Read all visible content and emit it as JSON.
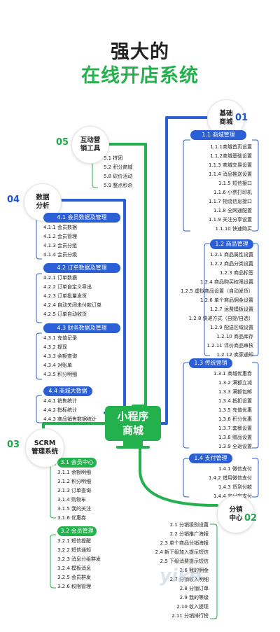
{
  "title": {
    "line1": "强大的",
    "line2": "在线开店系统"
  },
  "hub": {
    "line1": "小程序",
    "line2": "商城"
  },
  "branch01": {
    "line1": "基础",
    "line2": "商城",
    "num": "01",
    "groups": [
      {
        "title": "1.1 商城管理",
        "items": [
          "1.1.1商城首页设置",
          "1.1.2商城基础设置",
          "1.1.3 商城交易设置",
          "1.1.4 消息推送设置",
          "1.1.5 短信接口",
          "1.1.6 小票打印机",
          "1.1.7 物流信息接口",
          "1.1.8 全网通配置",
          "1.1.9 关注分享设置",
          "1.1.10 快速购买"
        ]
      },
      {
        "title": "1.2 商品管理",
        "items": [
          "1.2.1 商品属性设置",
          "1.2.2 商品分类设置",
          "1.2.3 商品标签",
          "1.2.4 商品购买权限设置",
          "1.2.5 虚拟商品设置（自动发货）",
          "1.2.6 单个商品佣金设置",
          "1.2.7 运费模板设置",
          "1.2.8 快递方式（自提/自选）",
          "1.2.9 配送区域设置",
          "1.2.10 商品库存",
          "1.2.11 评价商品审核",
          "1.2.12 卖家通知"
        ]
      },
      {
        "title": "1.3 传统营销",
        "items": [
          "1.3.1 商城优惠券",
          "1.3.2 满额立减",
          "1.3.3 满额包邮",
          "1.3.4 抵扣设置",
          "1.3.5 充值优惠",
          "1.3.6 积分优惠",
          "1.3.7 套餐设置",
          "1.3.8 赠品设置",
          "1.3.9 全返设置"
        ]
      },
      {
        "title": "1.4 支付管理",
        "items": [
          "1.4.1 微信支付",
          "1.4.2 借用微信支付",
          "1.4.3 货到付款",
          "1.4.4 支付宝支付"
        ]
      }
    ]
  },
  "branch02": {
    "line1": "分销",
    "line2": "中心",
    "num": "02",
    "items": [
      "2.1 分销级别设置",
      "2.2 分销推广海报",
      "2.3 单个商品分销海报",
      "2.4 新下级加入提示短信",
      "2.5 下级消费提示短信",
      "2.6 我的佣金",
      "2.7 分销收入明细",
      "2.8 分销订单",
      "2.9 我的等级",
      "2.10 收入提现",
      "2.11 分销排行榜"
    ]
  },
  "branch03": {
    "line1": "SCRM",
    "line2": "管理系统",
    "num": "03",
    "groups": [
      {
        "title": "3.1 会员中心",
        "items": [
          "3.1.1 余额明细",
          "3.1.2 积分明细",
          "3.1.3 订单查询",
          "3.1.4 购物车",
          "3.1.5 我的关注",
          "3.1.6 优惠券"
        ]
      },
      {
        "title": "3.2 会员管理",
        "items": [
          "3.2.1 短信提醒",
          "3.2.2 短信通知",
          "3.2.3 消息分组群发",
          "3.2.4 模板消息",
          "3.2.5 会员群发",
          "3.2.6 权限管理"
        ]
      }
    ]
  },
  "branch04": {
    "line1": "数据",
    "line2": "分析",
    "num": "04",
    "groups": [
      {
        "title": "4.1 会员数据及管理",
        "items": [
          "4.1.1 会员数据",
          "4.1.2 会员管理",
          "4.1.3 会员分组",
          "4.1.4 会员分级"
        ]
      },
      {
        "title": "4.2 订单数据及管理",
        "items": [
          "4.2.1 订单数据",
          "4.2.2 订单自定义导出",
          "4.2.3 订单批量发货",
          "4.2.4 自动关闭未付款订单",
          "4.2.5 订单自动收货"
        ]
      },
      {
        "title": "4.3 财务数据及管理",
        "items": [
          "4.3.1 充值记录",
          "4.3.2 提现",
          "4.3.3 余额查询",
          "4.3.4 对账单",
          "4.3.5 积分明细"
        ]
      },
      {
        "title": "4.4 商城大数据",
        "items": [
          "4.4.1 销售统计",
          "4.4.2 指标统计",
          "4.4.3 商品销售数据统计"
        ]
      }
    ]
  },
  "branch05": {
    "line1": "互动营",
    "line2": "销工具",
    "num": "05",
    "items": [
      "5.1 拼团",
      "5.2 积分商城",
      "5.8 砍价活动",
      "5.9 整点秒杀"
    ]
  },
  "watermark": "yike",
  "colors": {
    "green": "#22b14c",
    "blue": "#2a5fd6"
  }
}
